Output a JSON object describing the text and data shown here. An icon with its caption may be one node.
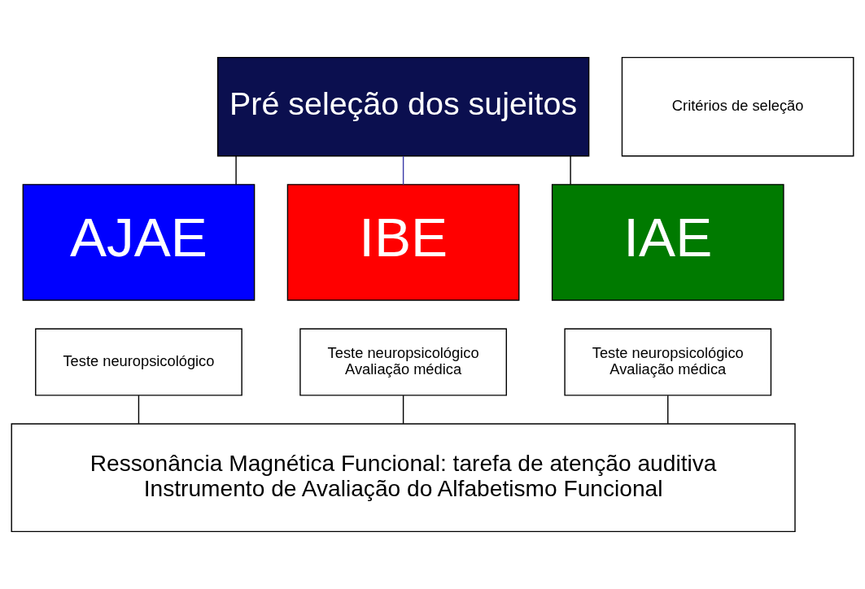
{
  "diagram": {
    "nodes": [
      {
        "text": [
          "Pré seleção dos sujeitos"
        ]
      },
      {
        "text": [
          "Critérios de seleção"
        ]
      },
      {
        "text": [
          "AJAE"
        ]
      },
      {
        "text": [
          "Teste neuropsicológico"
        ]
      },
      {
        "text": [
          "IBE"
        ]
      },
      {
        "text": [
          "Teste neuropsicológico",
          "Avaliação médica"
        ]
      },
      {
        "text": [
          "IAE"
        ]
      },
      {
        "text": [
          "Teste neuropsicológico",
          "Avaliação médica"
        ]
      },
      {
        "text": [
          "Ressonância Magnética Funcional: tarefa de atenção auditiva",
          "Instrumento de Avaliação do Alfabetismo Funcional"
        ]
      }
    ],
    "edges": [
      {
        "from": 0,
        "to": 2,
        "arrow": "none"
      },
      {
        "from": 0,
        "to": 4,
        "arrow": "none",
        "color": "#3a3aa8"
      },
      {
        "from": 0,
        "to": 6,
        "arrow": "none"
      },
      {
        "from": 3,
        "to": 8,
        "arrow": "none"
      },
      {
        "from": 5,
        "to": 8,
        "arrow": "none"
      },
      {
        "from": 7,
        "to": 8,
        "arrow": "none"
      }
    ]
  }
}
